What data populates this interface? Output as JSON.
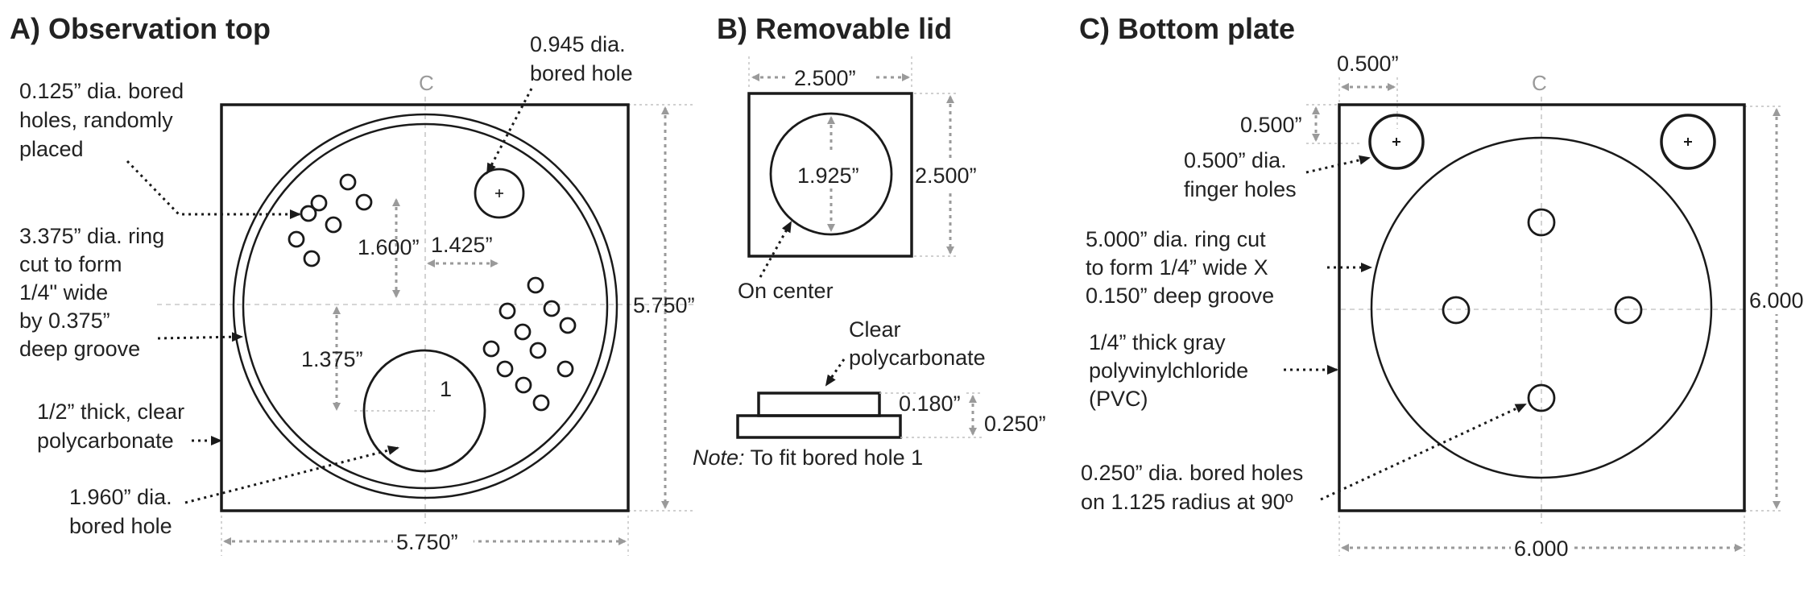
{
  "panels": [
    {
      "title": "A) Observation top",
      "center_mark": "C",
      "labels": {
        "small_holes": [
          "0.125” dia. bored",
          "holes, randomly",
          "placed"
        ],
        "big_hole_top": [
          "0.945 dia.",
          "bored hole"
        ],
        "ring": [
          "3.375” dia. ring",
          "cut to form",
          "1/4\" wide",
          "by 0.375”",
          "deep groove"
        ],
        "thick": [
          "1/2” thick, clear",
          "polycarbonate"
        ],
        "big_hole_bottom": [
          "1.960” dia.",
          "bored hole"
        ]
      },
      "dims": {
        "d1600": "1.600”",
        "d1425": "1.425”",
        "d1375": "1.375”",
        "side": "5.750”",
        "bottom": "5.750”"
      },
      "hole_number": "1"
    },
    {
      "title": "B) Removable lid",
      "dims": {
        "width": "2.500”",
        "height": "2.500”",
        "circle": "1.925”",
        "d0180": "0.180”",
        "d0250": "0.250”"
      },
      "labels": {
        "on_center": "On center",
        "clear": [
          "Clear",
          "polycarbonate"
        ],
        "note_prefix": "Note:",
        "note_text": " To fit bored hole 1"
      }
    },
    {
      "title": "C) Bottom plate",
      "center_mark": "C",
      "dims": {
        "top_offset": "0.500”",
        "side_offset": "0.500”",
        "side": "6.000",
        "bottom": "6.000"
      },
      "labels": {
        "finger": [
          "0.500” dia.",
          "finger holes"
        ],
        "ring": [
          "5.000” dia. ring cut",
          "to form 1/4” wide X",
          "0.150” deep groove"
        ],
        "pvc": [
          "1/4” thick gray",
          "polyvinylchloride",
          "(PVC)"
        ],
        "bored": [
          "0.250” dia. bored holes",
          "on 1.125 radius at 90º"
        ]
      }
    }
  ]
}
